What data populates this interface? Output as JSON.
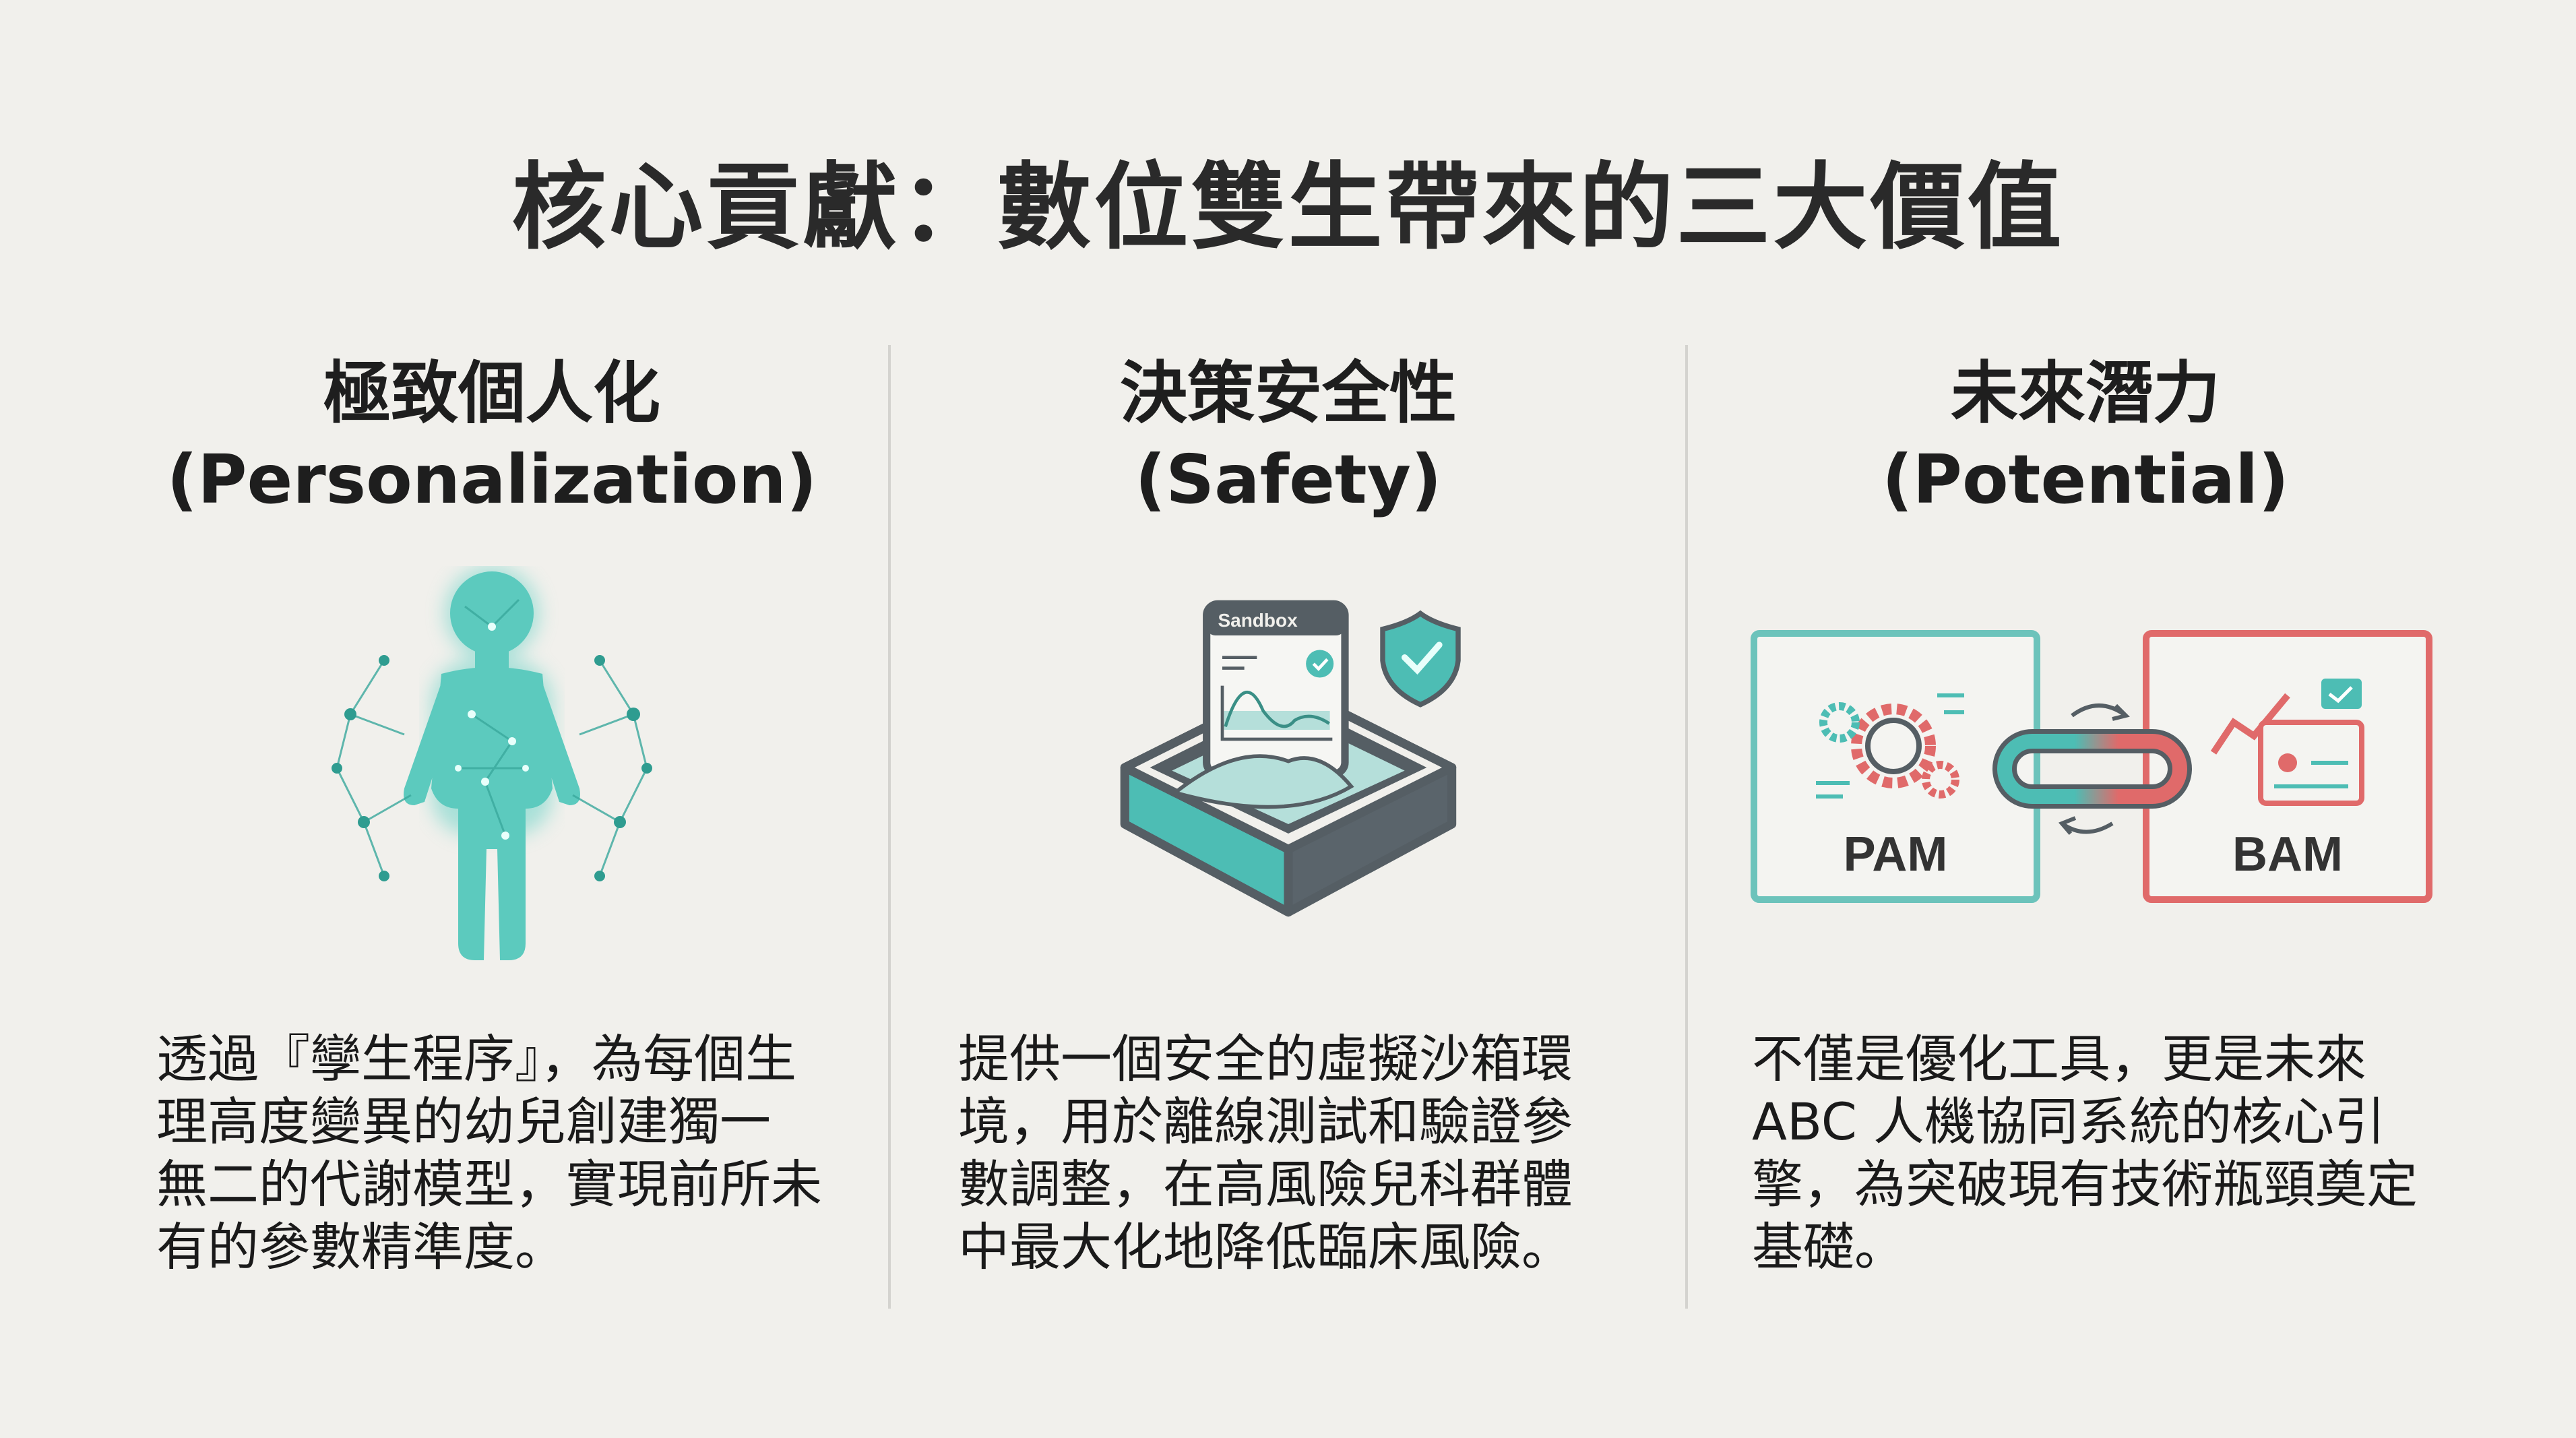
{
  "title": "核心貢獻：數位雙生帶來的三大價值",
  "colors": {
    "teal": "#4dbdb4",
    "dark": "#555e64",
    "red": "#e06a6a",
    "background": "#f1f0ec"
  },
  "columns": [
    {
      "heading_zh": "極致個人化",
      "heading_en": "(Personalization)",
      "icon": "digital-child-network-icon",
      "body_lines": [
        "透過『孿生程序』，為每個生",
        "理高度變異的幼兒創建獨一",
        "無二的代謝模型，實現前所未",
        "有的參數精準度。"
      ]
    },
    {
      "heading_zh": "決策安全性",
      "heading_en": "(Safety)",
      "icon": "sandbox-shield-icon",
      "icon_label": "Sandbox",
      "body_lines": [
        "提供一個安全的虛擬沙箱環",
        "境，用於離線測試和驗證參",
        "數調整，在高風險兒科群體",
        "中最大化地降低臨床風險。"
      ]
    },
    {
      "heading_zh": "未來潛力",
      "heading_en": "(Potential)",
      "icon": "pam-bam-link-icon",
      "left_box_label": "PAM",
      "right_box_label": "BAM",
      "body_lines": [
        "不僅是優化工具，更是未來",
        "ABC 人機協同系統的核心引",
        "擎，為突破現有技術瓶頸奠定",
        "基礎。"
      ]
    }
  ]
}
